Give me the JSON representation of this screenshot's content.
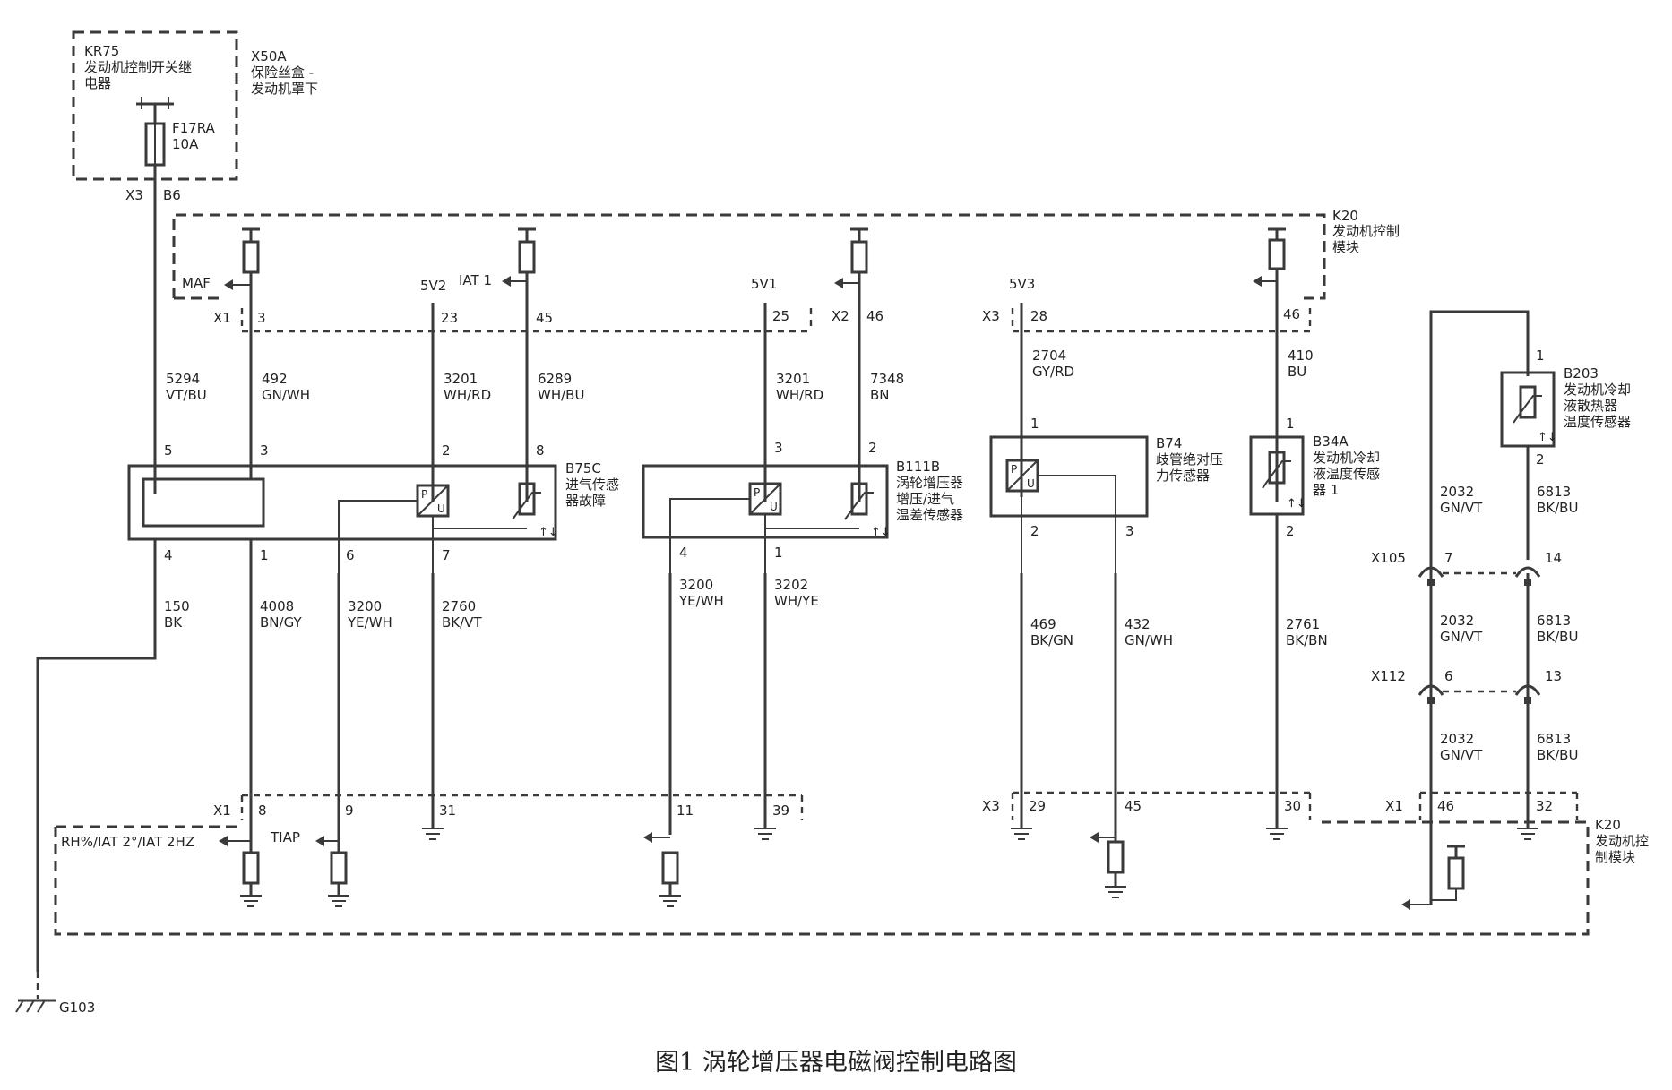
{
  "caption": "图1  涡轮增压器电磁阀控制电路图",
  "fuse_box": {
    "kr75_id": "KR75",
    "kr75_name_1": "发动机控制开关继",
    "kr75_name_2": "电器",
    "x50a_id": "X50A",
    "x50a_name_1": "保险丝盒 -",
    "x50a_name_2": "发动机罩下",
    "fuse_id": "F17RA",
    "fuse_rating": "10A",
    "conn": "X3",
    "pin": "B6"
  },
  "ecm_top": {
    "id": "K20",
    "name_1": "发动机控制",
    "name_2": "模块",
    "maf": "MAF",
    "iat1": "IAT 1",
    "v5v2": "5V2",
    "v5v1": "5V1",
    "v5v3": "5V3",
    "x1": "X1",
    "x2": "X2",
    "x3": "X3",
    "p3": "3",
    "p23": "23",
    "p45": "45",
    "p25": "25",
    "p46": "46",
    "p28": "28",
    "p46b": "46"
  },
  "wires": {
    "w5294_n": "5294",
    "w5294_c": "VT/BU",
    "w492_n": "492",
    "w492_c": "GN/WH",
    "w3201a_n": "3201",
    "w3201a_c": "WH/RD",
    "w6289_n": "6289",
    "w6289_c": "WH/BU",
    "w3201b_n": "3201",
    "w3201b_c": "WH/RD",
    "w7348_n": "7348",
    "w7348_c": "BN",
    "w2704_n": "2704",
    "w2704_c": "GY/RD",
    "w410_n": "410",
    "w410_c": "BU",
    "w150_n": "150",
    "w150_c": "BK",
    "w4008_n": "4008",
    "w4008_c": "BN/GY",
    "w3200a_n": "3200",
    "w3200a_c": "YE/WH",
    "w2760_n": "2760",
    "w2760_c": "BK/VT",
    "w3200b_n": "3200",
    "w3200b_c": "YE/WH",
    "w3202_n": "3202",
    "w3202_c": "WH/YE",
    "w469_n": "469",
    "w469_c": "BK/GN",
    "w432_n": "432",
    "w432_c": "GN/WH",
    "w2761_n": "2761",
    "w2761_c": "BK/BN",
    "w2032a_n": "2032",
    "w2032a_c": "GN/VT",
    "w6813a_n": "6813",
    "w6813a_c": "BK/BU",
    "w2032b_n": "2032",
    "w2032b_c": "GN/VT",
    "w6813b_n": "6813",
    "w6813b_c": "BK/BU",
    "w2032c_n": "2032",
    "w2032c_c": "GN/VT",
    "w6813c_n": "6813",
    "w6813c_c": "BK/BU"
  },
  "b75c": {
    "id": "B75C",
    "name_1": "进气传感",
    "name_2": "器故障",
    "p5": "5",
    "p3": "3",
    "p2": "2",
    "p8": "8",
    "p4": "4",
    "p1": "1",
    "p6": "6",
    "p7": "7"
  },
  "b111b": {
    "id": "B111B",
    "name_1": "涡轮增压器",
    "name_2": "增压/进气",
    "name_3": "温差传感器",
    "p3": "3",
    "p2": "2",
    "p4": "4",
    "p1": "1"
  },
  "b74": {
    "id": "B74",
    "name_1": "歧管绝对压",
    "name_2": "力传感器",
    "p1": "1",
    "p2": "2",
    "p3": "3"
  },
  "b34a": {
    "id": "B34A",
    "name_1": "发动机冷却",
    "name_2": "液温度传感",
    "name_3": "器 1",
    "p1": "1",
    "p2": "2"
  },
  "b203": {
    "id": "B203",
    "name_1": "发动机冷却",
    "name_2": "液散热器",
    "name_3": "温度传感器",
    "p1": "1",
    "p2": "2"
  },
  "inline": {
    "x105": "X105",
    "x105_p7": "7",
    "x105_p14": "14",
    "x112": "X112",
    "x112_p6": "6",
    "x112_p13": "13"
  },
  "ecm_bottom": {
    "id": "K20",
    "name_1": "发动机控",
    "name_2": "制模块",
    "rh": "RH%/IAT 2°/IAT 2HZ",
    "tiap": "TIAP",
    "x1": "X1",
    "x3": "X3",
    "x1b": "X1",
    "p8": "8",
    "p9": "9",
    "p31": "31",
    "p11": "11",
    "p39": "39",
    "p29": "29",
    "p45": "45",
    "p30": "30",
    "p46": "46",
    "p32": "32"
  },
  "ground": {
    "id": "G103"
  }
}
